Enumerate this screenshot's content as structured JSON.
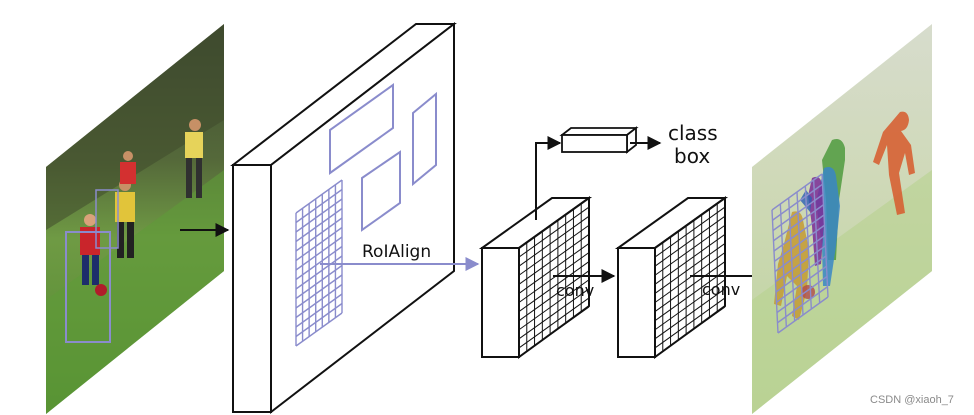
{
  "labels": {
    "roialign": "RoIAlign",
    "conv_1": "conv",
    "conv_2": "conv",
    "class": "class",
    "box": "box"
  },
  "watermark": "CSDN @xiaoh_7",
  "colors": {
    "roi_blue": "#8a8ccc",
    "grass": "#5e8f3a",
    "outline": "#111111"
  },
  "icons": {
    "input_image": "soccer-players-photo",
    "output_image": "segmented-players-photo"
  }
}
